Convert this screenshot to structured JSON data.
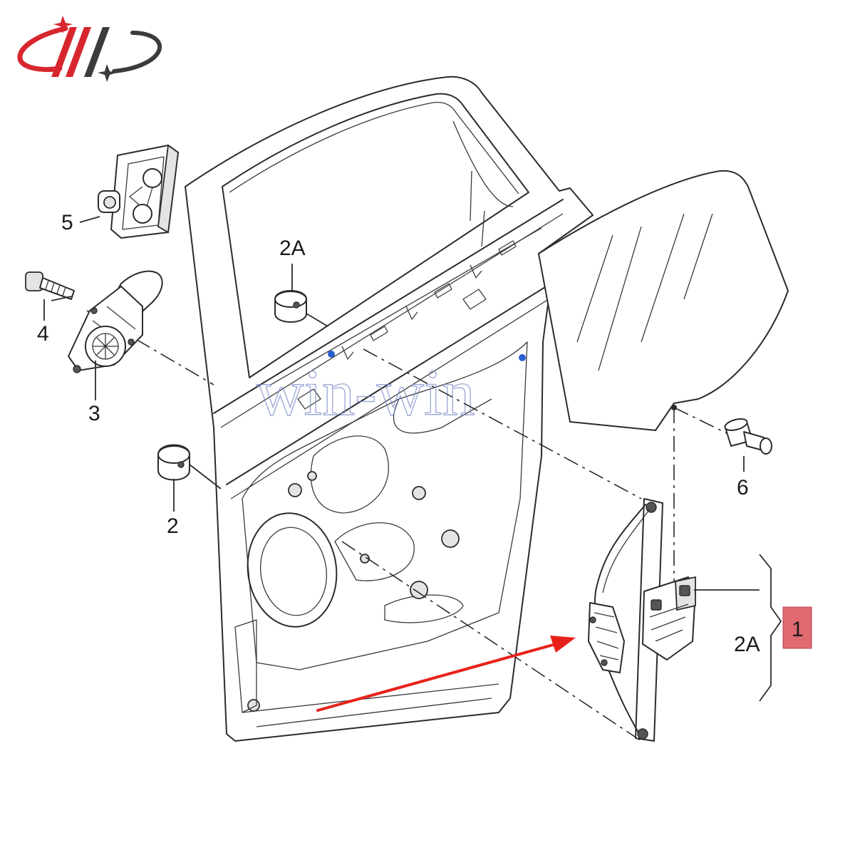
{
  "brand": {
    "logo_icon": "ww-logo-icon",
    "colors": {
      "red": "#d7262e",
      "dark": "#2b2b2b"
    }
  },
  "watermark": "win-win",
  "callouts": {
    "part_5": "5",
    "part_4": "4",
    "part_3": "3",
    "part_2": "2",
    "part_2a_top": "2A",
    "part_6": "6",
    "part_2a_group": "2A",
    "part_1": "1"
  },
  "highlight": {
    "part": "1",
    "badge_color": "#e06a70",
    "arrow_color": "#e8221b"
  }
}
